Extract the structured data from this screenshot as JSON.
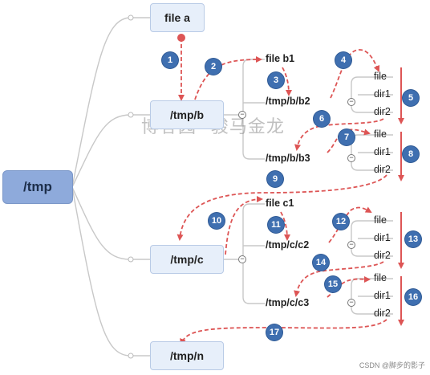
{
  "nodes": {
    "root": "/tmp",
    "file_a": "file a",
    "tmp_b": "/tmp/b",
    "tmp_c": "/tmp/c",
    "tmp_n": "/tmp/n",
    "file_b1": "file b1",
    "tmp_b_b2": "/tmp/b/b2",
    "tmp_b_b3": "/tmp/b/b3",
    "file_c1": "file c1",
    "tmp_c_c2": "/tmp/c/c2",
    "tmp_c_c3": "/tmp/c/c3"
  },
  "leaves": {
    "b2": [
      "file",
      "dir1",
      "dir2"
    ],
    "b3": [
      "file",
      "dir1",
      "dir2"
    ],
    "c2": [
      "file",
      "dir1",
      "dir2"
    ],
    "c3": [
      "file",
      "dir1",
      "dir2"
    ]
  },
  "steps": [
    "1",
    "2",
    "3",
    "4",
    "5",
    "6",
    "7",
    "8",
    "9",
    "10",
    "11",
    "12",
    "13",
    "14",
    "15",
    "16",
    "17"
  ],
  "collapse_symbol": "−",
  "watermark": "博客园--骏马金龙",
  "credit": "CSDN @脚步的影子",
  "colors": {
    "arrow": "#dd5555",
    "badge": "#3f6fb0",
    "line": "#c4c4c4",
    "node_fill": "#e7effa",
    "root_fill": "#8eaadb"
  }
}
